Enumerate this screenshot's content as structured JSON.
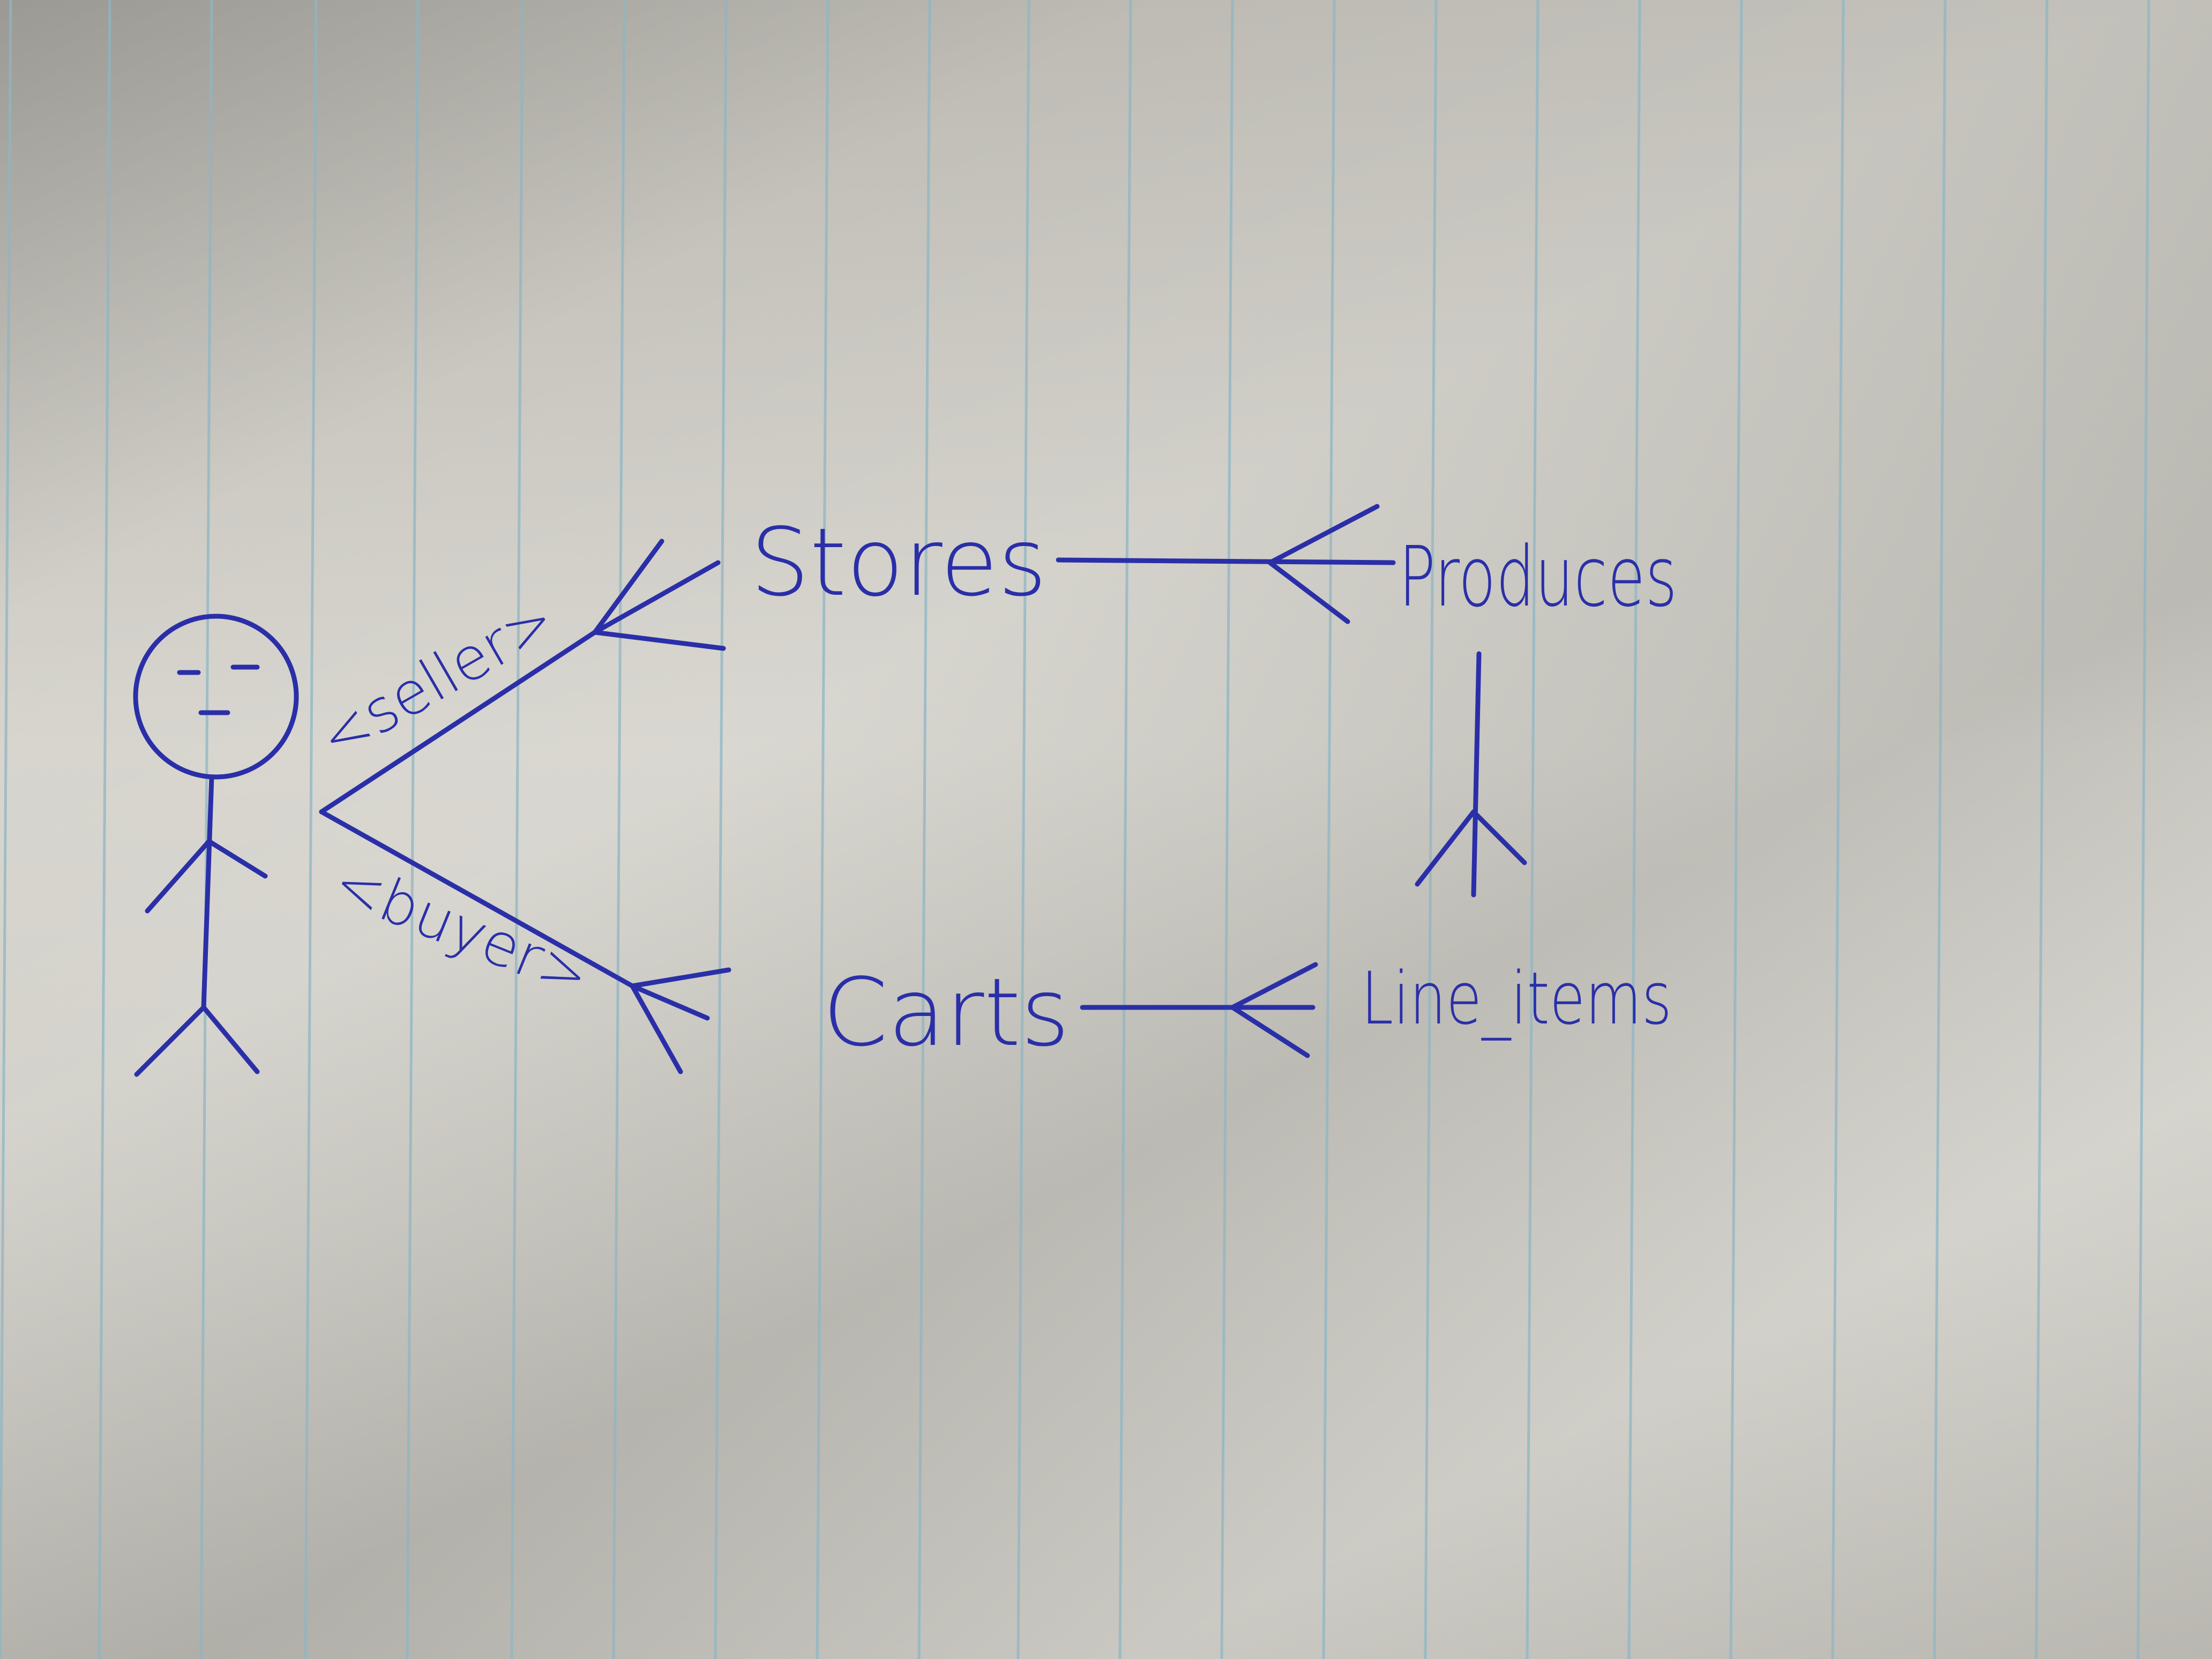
{
  "diagram": {
    "ink_color": "#2a2fa8",
    "paper_rule_color": "#8fb6c4",
    "entities": {
      "stores": "Stores",
      "produces": "Produces",
      "carts": "Carts",
      "line_items": "Line_items"
    },
    "roles": {
      "seller": "<seller>",
      "buyer": "<buyer>"
    },
    "actor_icon": "stick-figure-icon"
  }
}
